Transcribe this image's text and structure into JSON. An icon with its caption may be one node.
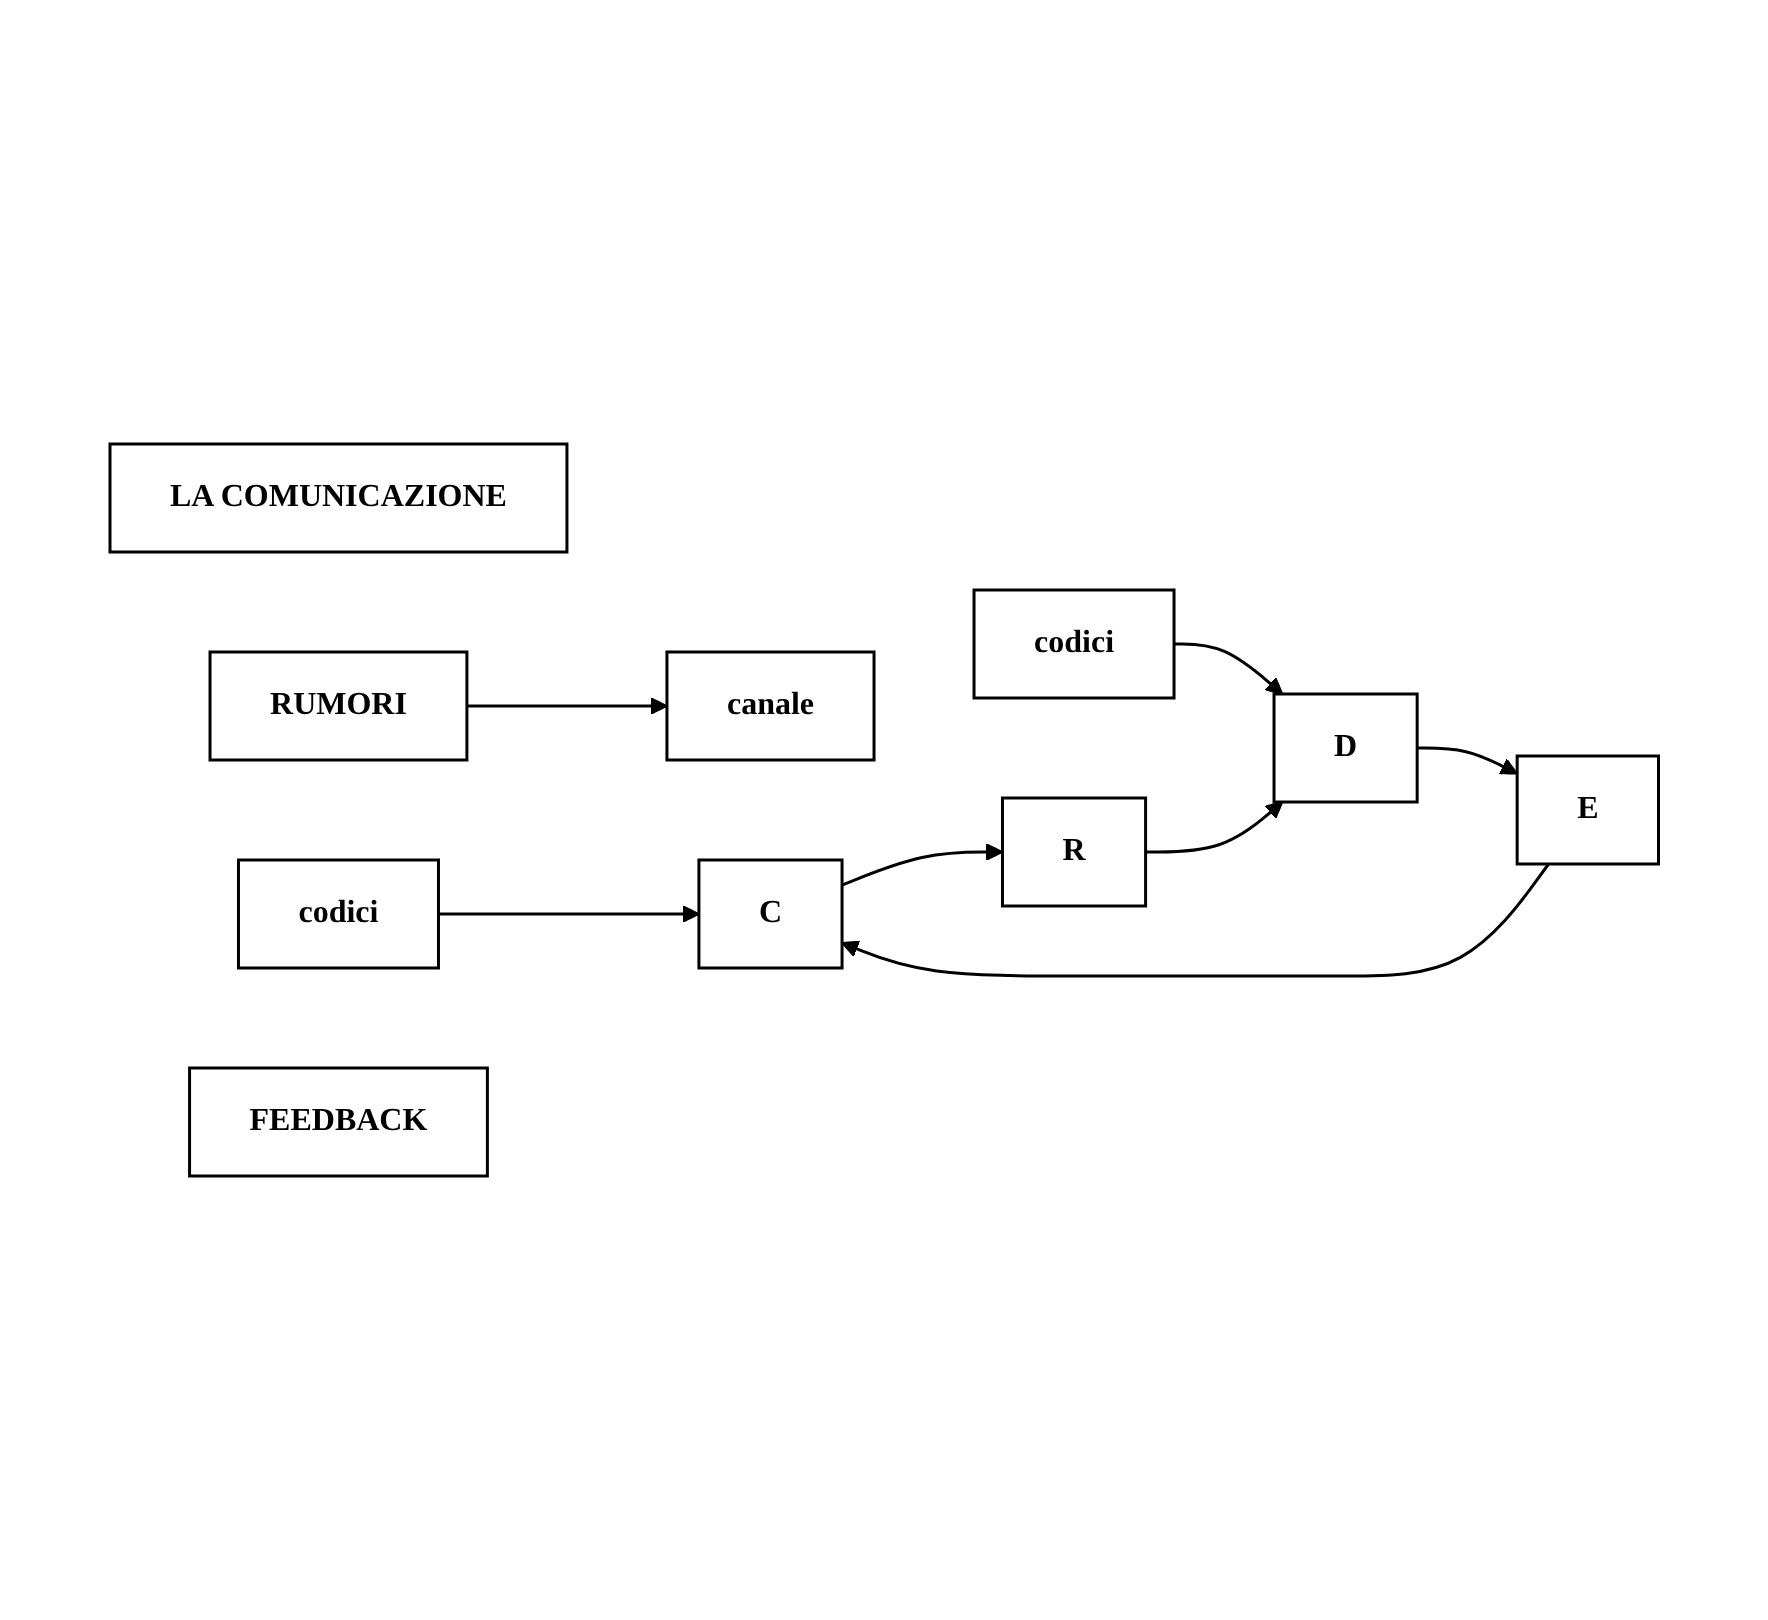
{
  "diagram": {
    "nodes": [
      {
        "text": [
          "LA COMUNICAZIONE"
        ]
      },
      {
        "text": [
          "RUMORI"
        ]
      },
      {
        "text": [
          "codici"
        ]
      },
      {
        "text": [
          "canale"
        ]
      },
      {
        "text": [
          "codici"
        ]
      },
      {
        "text": [
          "E"
        ]
      },
      {
        "text": [
          "C"
        ]
      },
      {
        "text": [
          "R"
        ]
      },
      {
        "text": [
          "D"
        ]
      },
      {
        "text": [
          "FEEDBACK"
        ]
      }
    ],
    "edges": [
      {
        "from": 1,
        "to": 3,
        "arrow": "to"
      },
      {
        "from": 2,
        "to": 6,
        "arrow": "to"
      },
      {
        "from": 4,
        "to": 8,
        "arrow": "to"
      },
      {
        "from": 5,
        "to": 6,
        "arrow": "to"
      },
      {
        "from": 6,
        "to": 7,
        "arrow": "to"
      },
      {
        "from": 7,
        "to": 8,
        "arrow": "to"
      },
      {
        "from": 8,
        "to": 5,
        "arrow": "to"
      }
    ]
  }
}
